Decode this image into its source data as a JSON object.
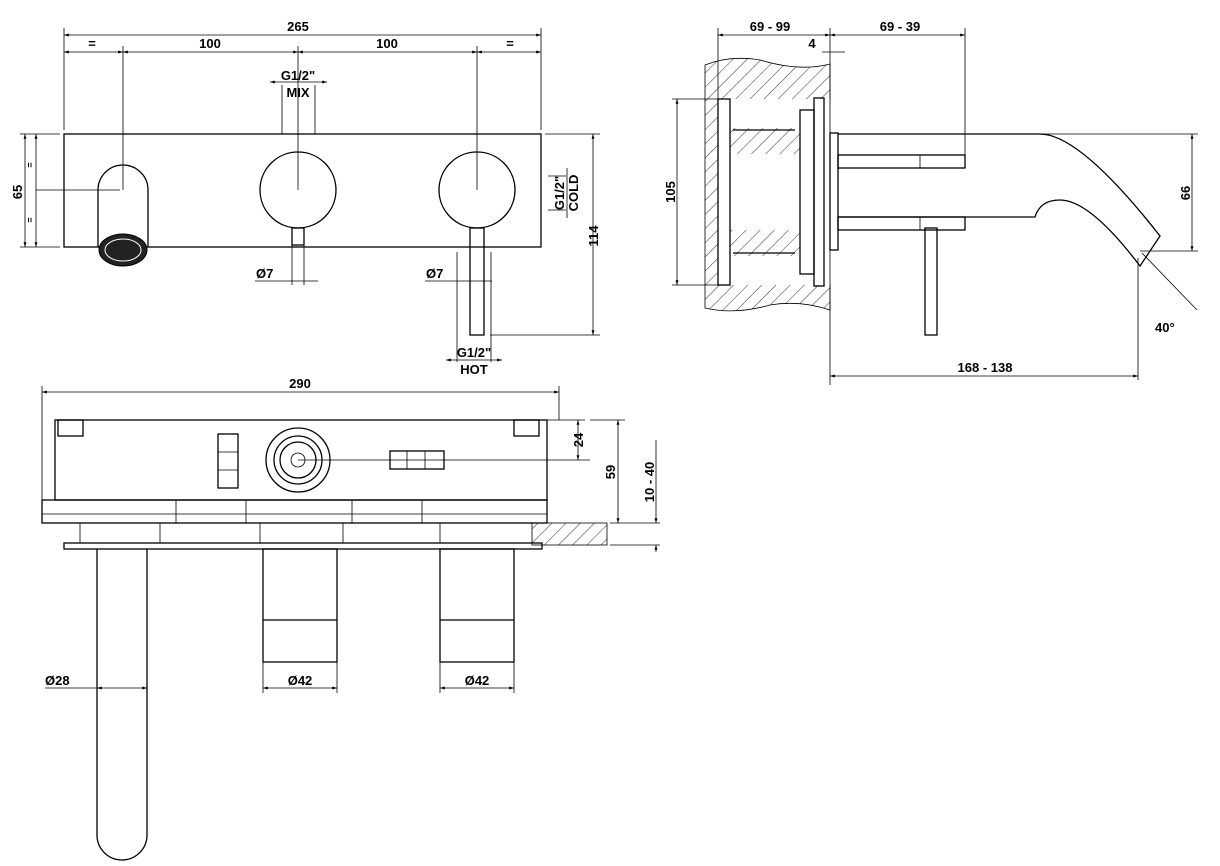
{
  "front_view": {
    "overall_width": "265",
    "left_equal": "=",
    "spacing_left": "100",
    "spacing_right": "100",
    "right_equal": "=",
    "mix_thread": "G1/2\"",
    "mix_label": "MIX",
    "height_left": "65",
    "equal_upper": "=",
    "equal_lower": "=",
    "cold_thread": "G1/2\"",
    "cold_label": "COLD",
    "height_right": "114",
    "lever_dia_mix": "Ø7",
    "lever_dia_hot": "Ø7",
    "hot_thread": "G1/2\"",
    "hot_label": "HOT"
  },
  "side_view": {
    "wall_depth": "69 - 99",
    "projection": "69 - 39",
    "plate_thickness": "4",
    "body_height": "105",
    "spout_height": "66",
    "spout_reach": "168 - 138",
    "spout_angle": "40°"
  },
  "top_view": {
    "box_width": "290",
    "axis_depth": "24",
    "box_depth": "59",
    "adjust_range": "10 - 40",
    "spout_dia": "Ø28",
    "handle_dia_1": "Ø42",
    "handle_dia_2": "Ø42"
  }
}
